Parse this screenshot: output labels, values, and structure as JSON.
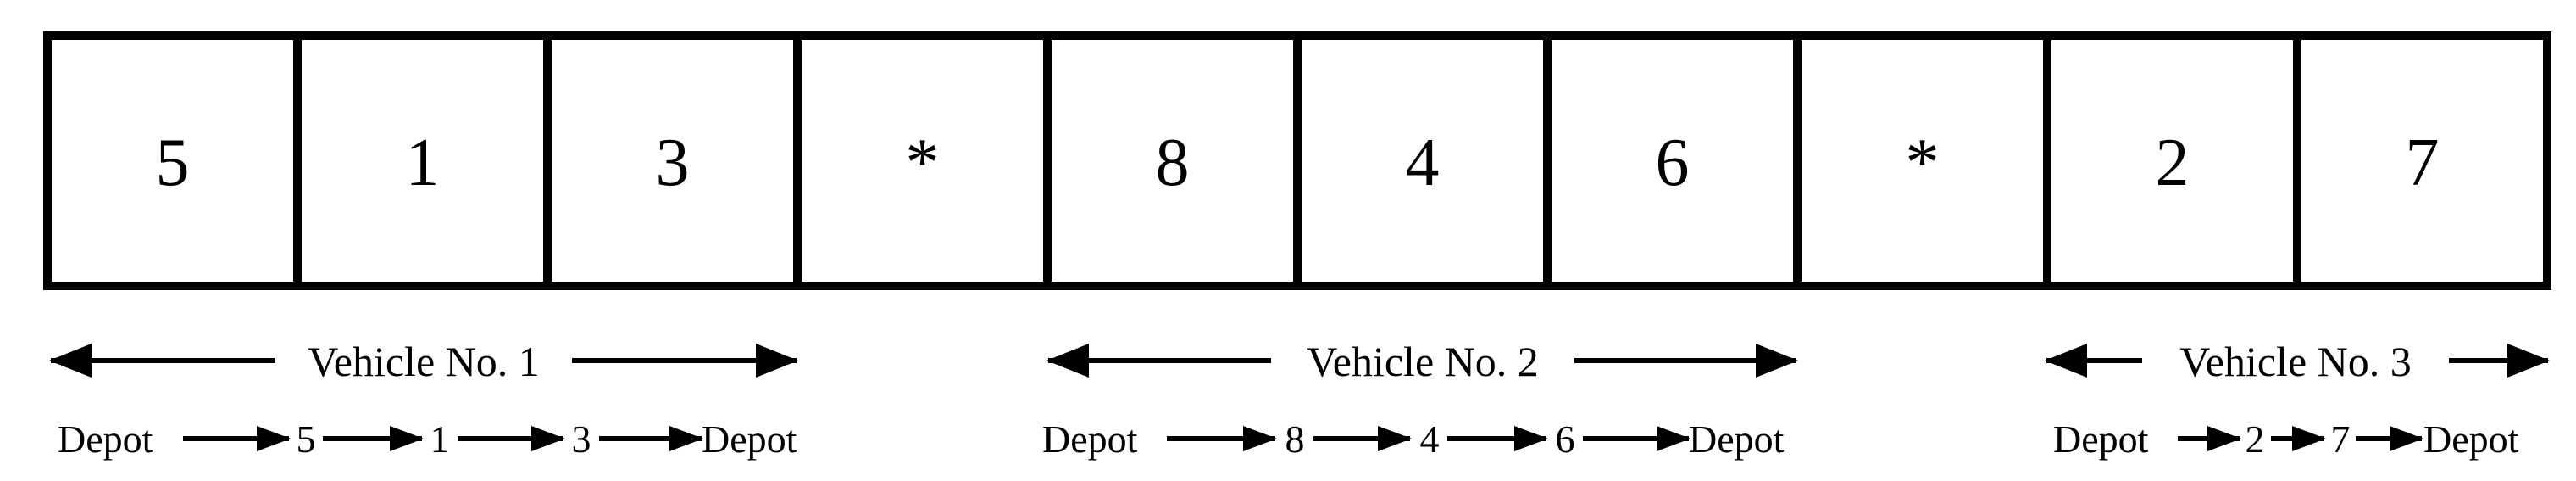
{
  "chromosome": {
    "cells": [
      "5",
      "1",
      "3",
      "*",
      "8",
      "4",
      "6",
      "*",
      "2",
      "7"
    ]
  },
  "vehicles": [
    {
      "label": "Vehicle No. 1",
      "route": [
        "Depot",
        "5",
        "1",
        "3",
        "Depot"
      ]
    },
    {
      "label": "Vehicle No. 2",
      "route": [
        "Depot",
        "8",
        "4",
        "6",
        "Depot"
      ]
    },
    {
      "label": "Vehicle No. 3",
      "route": [
        "Depot",
        "2",
        "7",
        "Depot"
      ]
    }
  ]
}
